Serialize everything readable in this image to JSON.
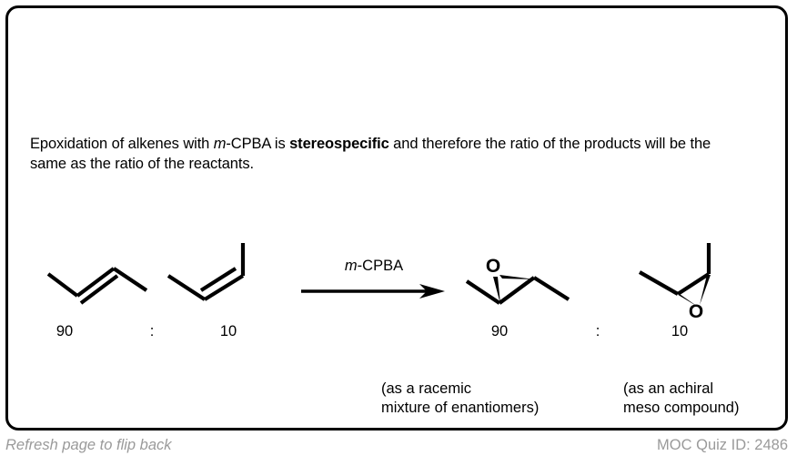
{
  "card": {
    "statement": {
      "before_italic": "Epoxidation of alkenes with ",
      "italic_reagent": "m",
      "after_italic": "-CPBA is ",
      "bold_term": "stereospecific",
      "tail": " and therefore the ratio of the products will be the same as the ratio of the reactants."
    },
    "reaction": {
      "arrow": {
        "reagent_italic": "m",
        "reagent_rest": "-CPBA",
        "icon": "reaction-arrow-icon"
      },
      "reactants": [
        {
          "name": "trans-2-butene",
          "icon": "trans-alkene-structure",
          "ratio": "90"
        },
        {
          "name": "cis-2-butene",
          "icon": "cis-alkene-structure",
          "ratio": "10"
        }
      ],
      "products": [
        {
          "name": "trans-2,3-epoxybutane",
          "icon": "trans-epoxide-structure",
          "ratio": "90",
          "oxygen_label": "O",
          "caption": "(as a racemic\nmixture of enantiomers)"
        },
        {
          "name": "cis-2,3-epoxybutane",
          "icon": "cis-epoxide-structure",
          "ratio": "10",
          "oxygen_label": "O",
          "caption": "(as an achiral\nmeso compound)"
        }
      ],
      "ratio_separator": ":"
    }
  },
  "footer": {
    "refresh_hint": "Refresh page to flip back",
    "quiz_id": "MOC Quiz ID: 2486"
  },
  "colors": {
    "border": "#000000",
    "text": "#000000",
    "footer_text": "#9a9a9a",
    "background": "#ffffff"
  }
}
